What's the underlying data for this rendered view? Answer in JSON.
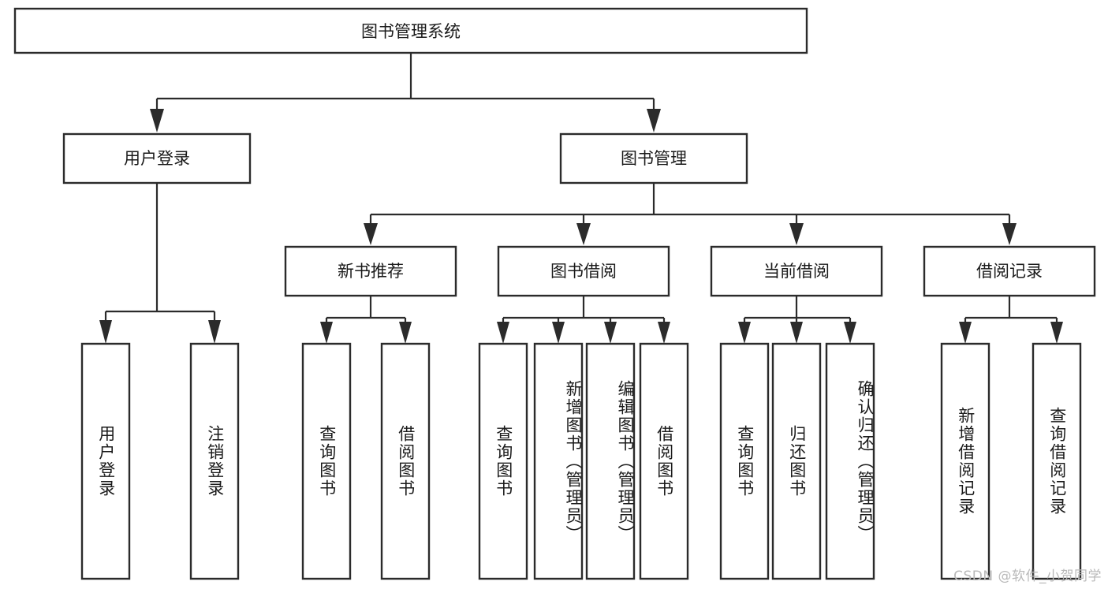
{
  "diagram": {
    "title": "图书管理系统",
    "watermark": "CSDN @软件_小贺同学",
    "orientation": "top-down-tree",
    "arrow_style": "filled-triangle",
    "colors": {
      "box_stroke": "#2b2b2b",
      "box_fill": "#ffffff",
      "line": "#2b2b2b",
      "text": "#1a1a1a",
      "background": "#ffffff",
      "watermark": "#b9b9b9"
    },
    "root": {
      "id": "root",
      "label": "图书管理系统"
    },
    "level2": [
      {
        "id": "user-login",
        "label": "用户登录"
      },
      {
        "id": "book-management",
        "label": "图书管理"
      }
    ],
    "level3": [
      {
        "id": "new-book-recommend",
        "label": "新书推荐",
        "parent": "book-management"
      },
      {
        "id": "book-borrow",
        "label": "图书借阅",
        "parent": "book-management"
      },
      {
        "id": "current-borrow",
        "label": "当前借阅",
        "parent": "book-management"
      },
      {
        "id": "borrow-record",
        "label": "借阅记录",
        "parent": "book-management"
      }
    ],
    "leaves": [
      {
        "id": "leaf-user-login",
        "label": "用户登录",
        "parent": "user-login"
      },
      {
        "id": "leaf-user-logout",
        "label": "注销登录",
        "parent": "user-login"
      },
      {
        "id": "leaf-query-book-1",
        "label": "查询图书",
        "parent": "new-book-recommend"
      },
      {
        "id": "leaf-borrow-book-1",
        "label": "借阅图书",
        "parent": "new-book-recommend"
      },
      {
        "id": "leaf-query-book-2",
        "label": "查询图书",
        "parent": "book-borrow"
      },
      {
        "id": "leaf-add-book",
        "label": "新增图书（管理员）",
        "parent": "book-borrow"
      },
      {
        "id": "leaf-edit-book",
        "label": "编辑图书（管理员）",
        "parent": "book-borrow"
      },
      {
        "id": "leaf-borrow-book-2",
        "label": "借阅图书",
        "parent": "book-borrow"
      },
      {
        "id": "leaf-query-book-3",
        "label": "查询图书",
        "parent": "current-borrow"
      },
      {
        "id": "leaf-return-book",
        "label": "归还图书",
        "parent": "current-borrow"
      },
      {
        "id": "leaf-confirm-return",
        "label": "确认归还（管理员）",
        "parent": "current-borrow"
      },
      {
        "id": "leaf-add-record",
        "label": "新增借阅记录",
        "parent": "borrow-record"
      },
      {
        "id": "leaf-query-record",
        "label": "查询借阅记录",
        "parent": "borrow-record"
      }
    ]
  }
}
